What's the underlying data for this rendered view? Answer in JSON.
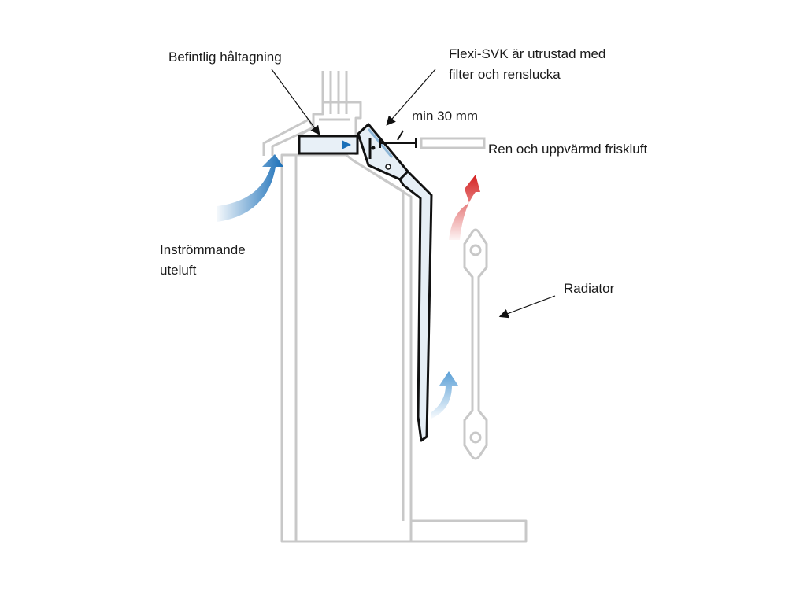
{
  "labels": {
    "existing_opening": "Befintlig håltagning",
    "device_line1": "Flexi-SVK är utrustad med",
    "device_line2": "filter och renslucka",
    "min_distance": "min 30 mm",
    "clean_air": "Ren och uppvärmd friskluft",
    "incoming_line1": "Inströmmande",
    "incoming_line2": "uteluft",
    "radiator": "Radiator"
  },
  "colors": {
    "outline": "#c8c8c8",
    "dark": "#111111",
    "cold_air": "#1a6fb8",
    "warm_air": "#d42020",
    "duct_fill": "#e6eef5"
  }
}
